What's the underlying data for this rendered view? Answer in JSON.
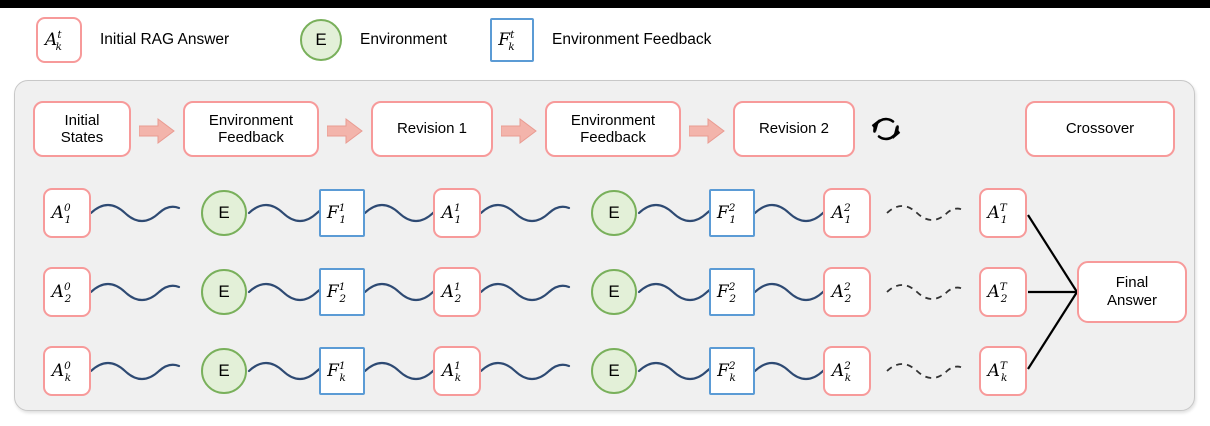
{
  "legend": {
    "items": [
      {
        "icon": "rounded-red-box",
        "symbol": {
          "base": "A",
          "sup": "t",
          "sub": "k"
        },
        "label": "Initial RAG Answer"
      },
      {
        "icon": "green-circle",
        "symbol": {
          "base": "E",
          "sup": "",
          "sub": ""
        },
        "label": "Environment"
      },
      {
        "icon": "blue-square",
        "symbol": {
          "base": "F",
          "sup": "t",
          "sub": "k"
        },
        "label": "Environment Feedback"
      }
    ]
  },
  "pipeline": {
    "stages": [
      {
        "label": "Initial\nStates",
        "line1": "Initial",
        "line2": "States"
      },
      {
        "label": "Environment\nFeedback",
        "line1": "Environment",
        "line2": "Feedback"
      },
      {
        "label": "Revision 1",
        "line1": "Revision 1",
        "line2": ""
      },
      {
        "label": "Environment\nFeedback",
        "line1": "Environment",
        "line2": "Feedback"
      },
      {
        "label": "Revision 2",
        "line1": "Revision 2",
        "line2": ""
      },
      {
        "label": "Crossover",
        "line1": "Crossover",
        "line2": ""
      }
    ],
    "loop_icon": "refresh-loop-icon",
    "arrow_icon": "fat-right-arrow-icon"
  },
  "rows": [
    {
      "index": "1",
      "nodes": [
        {
          "type": "answer",
          "base": "A",
          "sup": "0",
          "sub": "1"
        },
        {
          "type": "environment",
          "base": "E",
          "sup": "",
          "sub": ""
        },
        {
          "type": "feedback",
          "base": "F",
          "sup": "1",
          "sub": "1"
        },
        {
          "type": "answer",
          "base": "A",
          "sup": "1",
          "sub": "1"
        },
        {
          "type": "environment",
          "base": "E",
          "sup": "",
          "sub": ""
        },
        {
          "type": "feedback",
          "base": "F",
          "sup": "2",
          "sub": "1"
        },
        {
          "type": "answer",
          "base": "A",
          "sup": "2",
          "sub": "1"
        },
        {
          "type": "answer",
          "base": "A",
          "sup": "T",
          "sub": "1"
        }
      ]
    },
    {
      "index": "2",
      "nodes": [
        {
          "type": "answer",
          "base": "A",
          "sup": "0",
          "sub": "2"
        },
        {
          "type": "environment",
          "base": "E",
          "sup": "",
          "sub": ""
        },
        {
          "type": "feedback",
          "base": "F",
          "sup": "1",
          "sub": "2"
        },
        {
          "type": "answer",
          "base": "A",
          "sup": "1",
          "sub": "2"
        },
        {
          "type": "environment",
          "base": "E",
          "sup": "",
          "sub": ""
        },
        {
          "type": "feedback",
          "base": "F",
          "sup": "2",
          "sub": "2"
        },
        {
          "type": "answer",
          "base": "A",
          "sup": "2",
          "sub": "2"
        },
        {
          "type": "answer",
          "base": "A",
          "sup": "T",
          "sub": "2"
        }
      ]
    },
    {
      "index": "k",
      "nodes": [
        {
          "type": "answer",
          "base": "A",
          "sup": "0",
          "sub": "k"
        },
        {
          "type": "environment",
          "base": "E",
          "sup": "",
          "sub": ""
        },
        {
          "type": "feedback",
          "base": "F",
          "sup": "1",
          "sub": "k"
        },
        {
          "type": "answer",
          "base": "A",
          "sup": "1",
          "sub": "k"
        },
        {
          "type": "environment",
          "base": "E",
          "sup": "",
          "sub": ""
        },
        {
          "type": "feedback",
          "base": "F",
          "sup": "2",
          "sub": "k"
        },
        {
          "type": "answer",
          "base": "A",
          "sup": "2",
          "sub": "k"
        },
        {
          "type": "answer",
          "base": "A",
          "sup": "T",
          "sub": "k"
        }
      ]
    }
  ],
  "final": {
    "line1": "Final",
    "line2": "Answer"
  },
  "colors": {
    "answer_border": "#f79a9a",
    "feedback_border": "#5b9bd5",
    "environment_border": "#79b05b",
    "environment_fill": "#e3f0d8",
    "wire": "#2e4a73",
    "panel_bg": "#f0f0f0",
    "arrow_fill": "#f3b4ab",
    "converge_line": "#000000"
  }
}
